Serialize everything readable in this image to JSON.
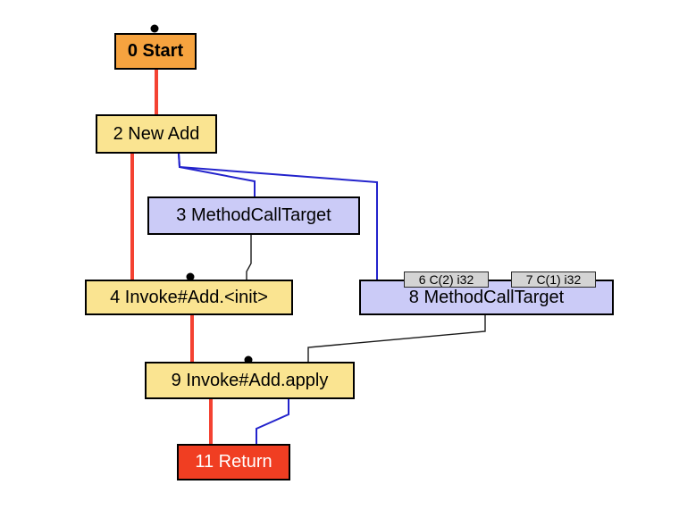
{
  "colors": {
    "background": "#ffffff",
    "node-orange": "#F6A33F",
    "node-yellow": "#FAE491",
    "node-lavender": "#CBCBF7",
    "node-red": "#F03E22",
    "slot-gray": "#D4D4D4",
    "node-border": "#000000",
    "edge-control": "#F44232",
    "edge-data": "#2323CC",
    "edge-assoc": "#1A1A1A",
    "text-dark": "#000000",
    "text-light": "#FFFFFF"
  },
  "graph": {
    "nodes": [
      {
        "id": "0",
        "label": "0 Start",
        "kind": "start"
      },
      {
        "id": "2",
        "label": "2 New Add",
        "kind": "new"
      },
      {
        "id": "3",
        "label": "3 MethodCallTarget",
        "kind": "call-target"
      },
      {
        "id": "4",
        "label": "4 Invoke#Add.<init>",
        "kind": "invoke"
      },
      {
        "id": "8",
        "label": "8 MethodCallTarget",
        "kind": "call-target"
      },
      {
        "id": "9",
        "label": "9 Invoke#Add.apply",
        "kind": "invoke"
      },
      {
        "id": "11",
        "label": "11 Return",
        "kind": "return"
      }
    ],
    "slots": [
      {
        "id": "6",
        "label": "6 C(2) i32"
      },
      {
        "id": "7",
        "label": "7 C(1) i32"
      }
    ],
    "edges": [
      {
        "from": "0",
        "to": "2",
        "type": "control"
      },
      {
        "from": "2",
        "to": "4",
        "type": "control"
      },
      {
        "from": "4",
        "to": "9",
        "type": "control"
      },
      {
        "from": "9",
        "to": "11",
        "type": "control"
      },
      {
        "from": "2",
        "to": "3",
        "type": "data"
      },
      {
        "from": "2",
        "to": "8",
        "type": "data"
      },
      {
        "from": "9",
        "to": "11",
        "type": "data"
      },
      {
        "from": "3",
        "to": "4",
        "type": "assoc"
      },
      {
        "from": "8",
        "to": "9",
        "type": "assoc"
      }
    ]
  }
}
